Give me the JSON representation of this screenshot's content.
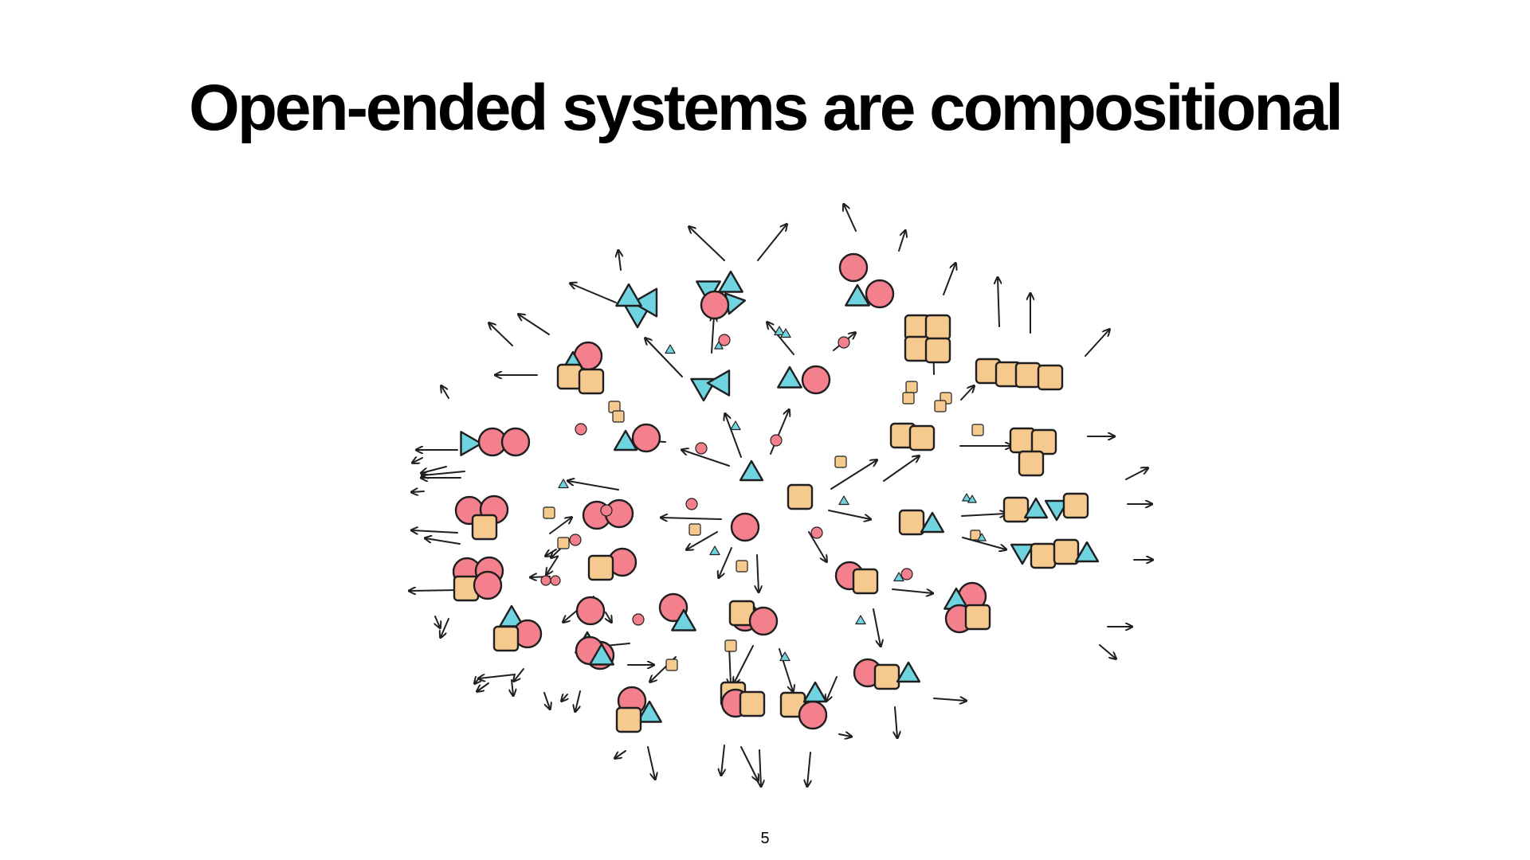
{
  "slide": {
    "title": "Open-ended systems are compositional",
    "page_number": "5"
  },
  "diagram": {
    "primitives": [
      "circle",
      "triangle",
      "square"
    ],
    "colors": {
      "circle": "#f4808d",
      "triangle": "#6fd3e0",
      "square": "#f6ca8f",
      "outline": "#1f1f1f",
      "arrow": "#1f1f1f"
    }
  }
}
